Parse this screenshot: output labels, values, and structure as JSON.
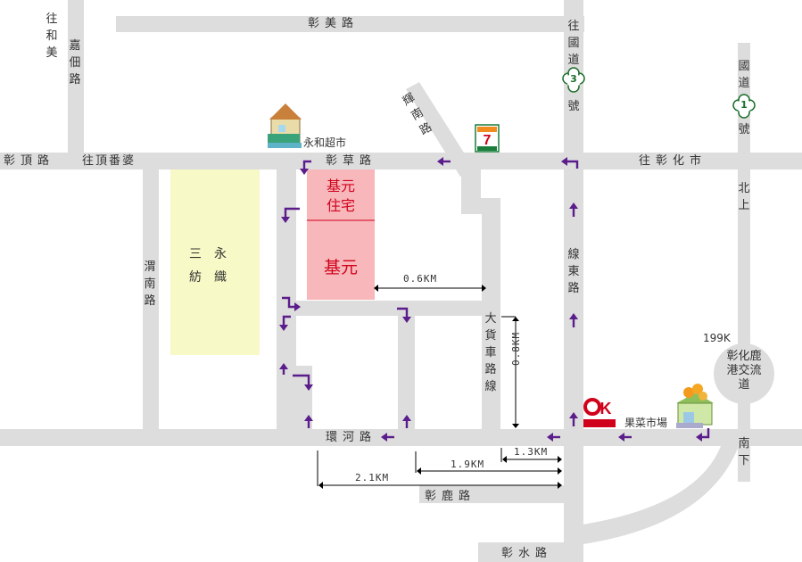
{
  "roads": {
    "zhangmei": "彰美路",
    "jiaqie": "嘉佃路",
    "to_hemei": "往和美",
    "to_freeway3": "往國道",
    "freeway3_suffix": "號",
    "freeway3_num": "3",
    "freeway1_top": "國道",
    "freeway1_num": "1",
    "freeway1_suffix": "號",
    "huinan": "輝南路",
    "zhangding": "彰頂路",
    "to_dingfanpo": "往頂番婆",
    "zhangcao": "彰草路",
    "to_changhua": "往彰化市",
    "north_up": "北上",
    "south_down": "南下",
    "weinan": "渭南路",
    "xiandong": "線東路",
    "truck_route": "大貨車路線",
    "huanhe": "環河路",
    "zhanglu": "彰鹿路",
    "zhangshui": "彰水路",
    "interchange": "彰化鹿港交流道",
    "interchange_km": "199K"
  },
  "places": {
    "yonghe_market": "永和超市",
    "seven_eleven": "7-ELEVEN",
    "ok_mart": "OK·MART",
    "fruit_market": "果菜市場",
    "sanyong_line1": "三永",
    "sanyong_line2": "紡織",
    "jiyuan_residence_line1": "基元",
    "jiyuan_residence_line2": "住宅",
    "jiyuan": "基元"
  },
  "distances": {
    "d1": "0.6KM",
    "d2": "0.8KM",
    "d3": "1.3KM",
    "d4": "1.9KM",
    "d5": "2.1KM"
  },
  "colors": {
    "road": "#dddddd",
    "arrow": "#5b1d8c",
    "jiyuan_block": "#f7b7bb",
    "mill_block": "#f7f9c6",
    "red_text": "#d0021b"
  }
}
